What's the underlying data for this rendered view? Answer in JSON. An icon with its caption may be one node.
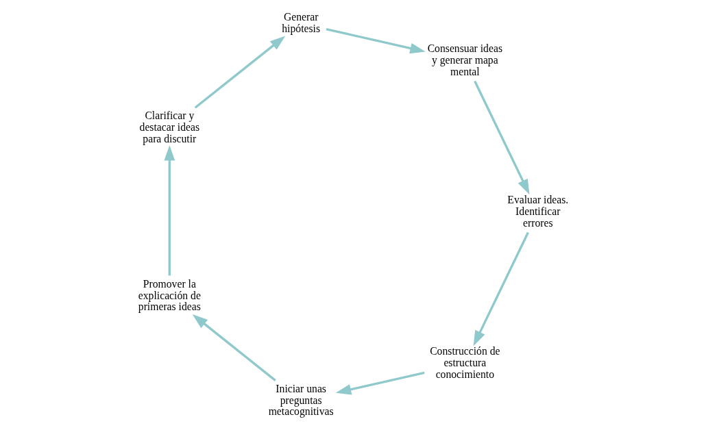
{
  "diagram": {
    "nodes": [
      {
        "text": [
          "Construcción de estructura conocimiento"
        ]
      },
      {
        "text": [
          "Iniciar unas preguntas metacognitivas"
        ]
      },
      {
        "text": [
          "Promover la explicación de primeras ideas"
        ]
      },
      {
        "text": [
          "Clarificar y destacar ideas para discutir"
        ]
      },
      {
        "text": [
          "Generar hipótesis"
        ]
      },
      {
        "text": [
          "Consensuar ideas y generar mapa mental"
        ]
      },
      {
        "text": [
          "Evaluar ideas. Identificar errores"
        ]
      }
    ],
    "edges": [
      {
        "from": 0,
        "to": 1,
        "arrow": "to"
      },
      {
        "from": 1,
        "to": 2,
        "arrow": "to"
      },
      {
        "from": 2,
        "to": 3,
        "arrow": "to"
      },
      {
        "from": 3,
        "to": 4,
        "arrow": "to"
      },
      {
        "from": 4,
        "to": 5,
        "arrow": "to"
      },
      {
        "from": 5,
        "to": 6,
        "arrow": "to"
      },
      {
        "from": 6,
        "to": 0,
        "arrow": "to"
      }
    ]
  }
}
